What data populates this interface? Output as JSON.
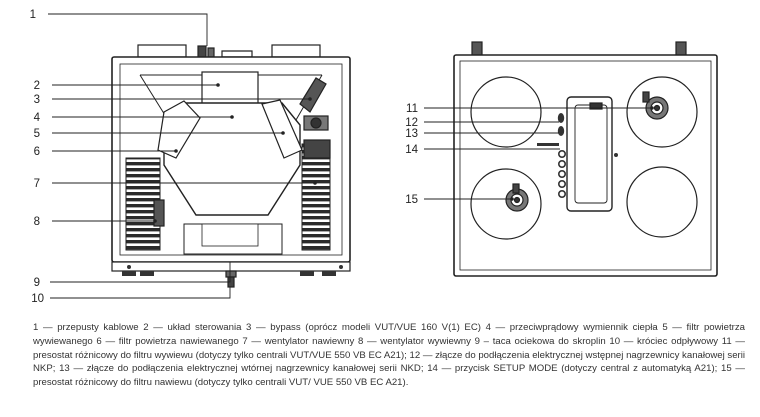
{
  "callouts": {
    "c1": "1",
    "c2": "2",
    "c3": "3",
    "c4": "4",
    "c5": "5",
    "c6": "6",
    "c7": "7",
    "c8": "8",
    "c9": "9",
    "c10": "10",
    "c11": "11",
    "c12": "12",
    "c13": "13",
    "c14": "14",
    "c15": "15"
  },
  "legend": "1 — przepusty kablowe 2 — układ sterowania  3 — bypass (oprócz modeli  VUT/VUE 160 V(1) EC) 4 — przeciwprądowy wymiennik ciepła 5 — filtr powietrza wywiewanego 6 — filtr powietrza nawiewanego 7 — wentylator nawiewny 8 — wentylator wywiewny 9 – taca ociekowa do skroplin 10 — króciec odpływowy 11 — presostat różnicowy do filtru wywiewu (dotyczy tylko centrali VUT/VUE 550 VB EC A21);  12 — złącze do podłączenia elektrycznej wstępnej nagrzewnicy kanałowej serii NKP; 13 — złącze do podłączenia elektrycznej wtórnej nagrzewnicy kanałowej serii NKD; 14 — przycisk SETUP MODE (dotyczy central z automatyką A21); 15 — presostat różnicowy do filtru nawiewu (dotyczy tylko centrali VUT/ VUE 550 VB EC A21)."
}
